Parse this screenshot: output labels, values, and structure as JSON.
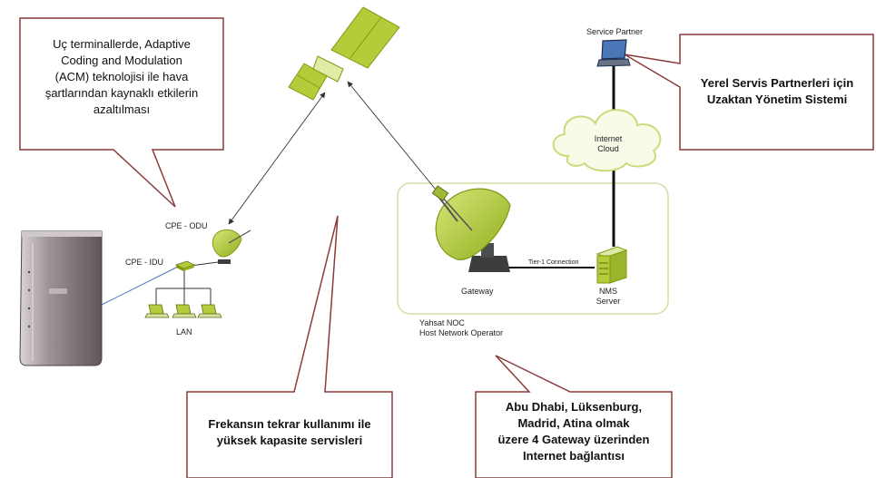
{
  "callouts": {
    "acm": {
      "lines": [
        "Uç terminallerde, Adaptive",
        "Coding and Modulation",
        "(ACM) teknolojisi ile hava",
        "şartlarından kaynaklı etkilerin",
        "azaltılması"
      ]
    },
    "remote": {
      "lines": [
        "Yerel Servis  Partnerleri için",
        "Uzaktan Yönetim Sistemi"
      ]
    },
    "frequency": {
      "lines": [
        "Frekansın tekrar kullanımı ile",
        "yüksek kapasite servisleri"
      ]
    },
    "gateways": {
      "lines": [
        "Abu Dhabi, Lüksenburg,",
        "Madrid, Atina olmak",
        "üzere 4 Gateway üzerinden",
        "Internet bağlantısı"
      ]
    }
  },
  "labels": {
    "service_partner": "Service Partner",
    "internet_cloud_1": "Internet",
    "internet_cloud_2": "Cloud",
    "cpe_odu": "CPE - ODU",
    "cpe_idu": "CPE - IDU",
    "lan": "LAN",
    "gateway": "Gateway",
    "tier1": "Tier-1 Connection",
    "nms_1": "NMS",
    "nms_2": "Server",
    "noc_1": "Yahsat NOC",
    "noc_2": "Host Network Operator"
  },
  "colors": {
    "lime": "#b5cc3a",
    "lime_dark": "#7f9a12",
    "callout_border": "#8b3a3a",
    "noc_border": "#cfe0a0",
    "link": "#333333",
    "modem_body": "#8a8186"
  },
  "icons": [
    "satellite-icon",
    "cloud-icon",
    "monitor-icon",
    "gateway-dish-icon",
    "server-icon",
    "odu-dish-icon",
    "modem-icon",
    "laptop-icon"
  ]
}
